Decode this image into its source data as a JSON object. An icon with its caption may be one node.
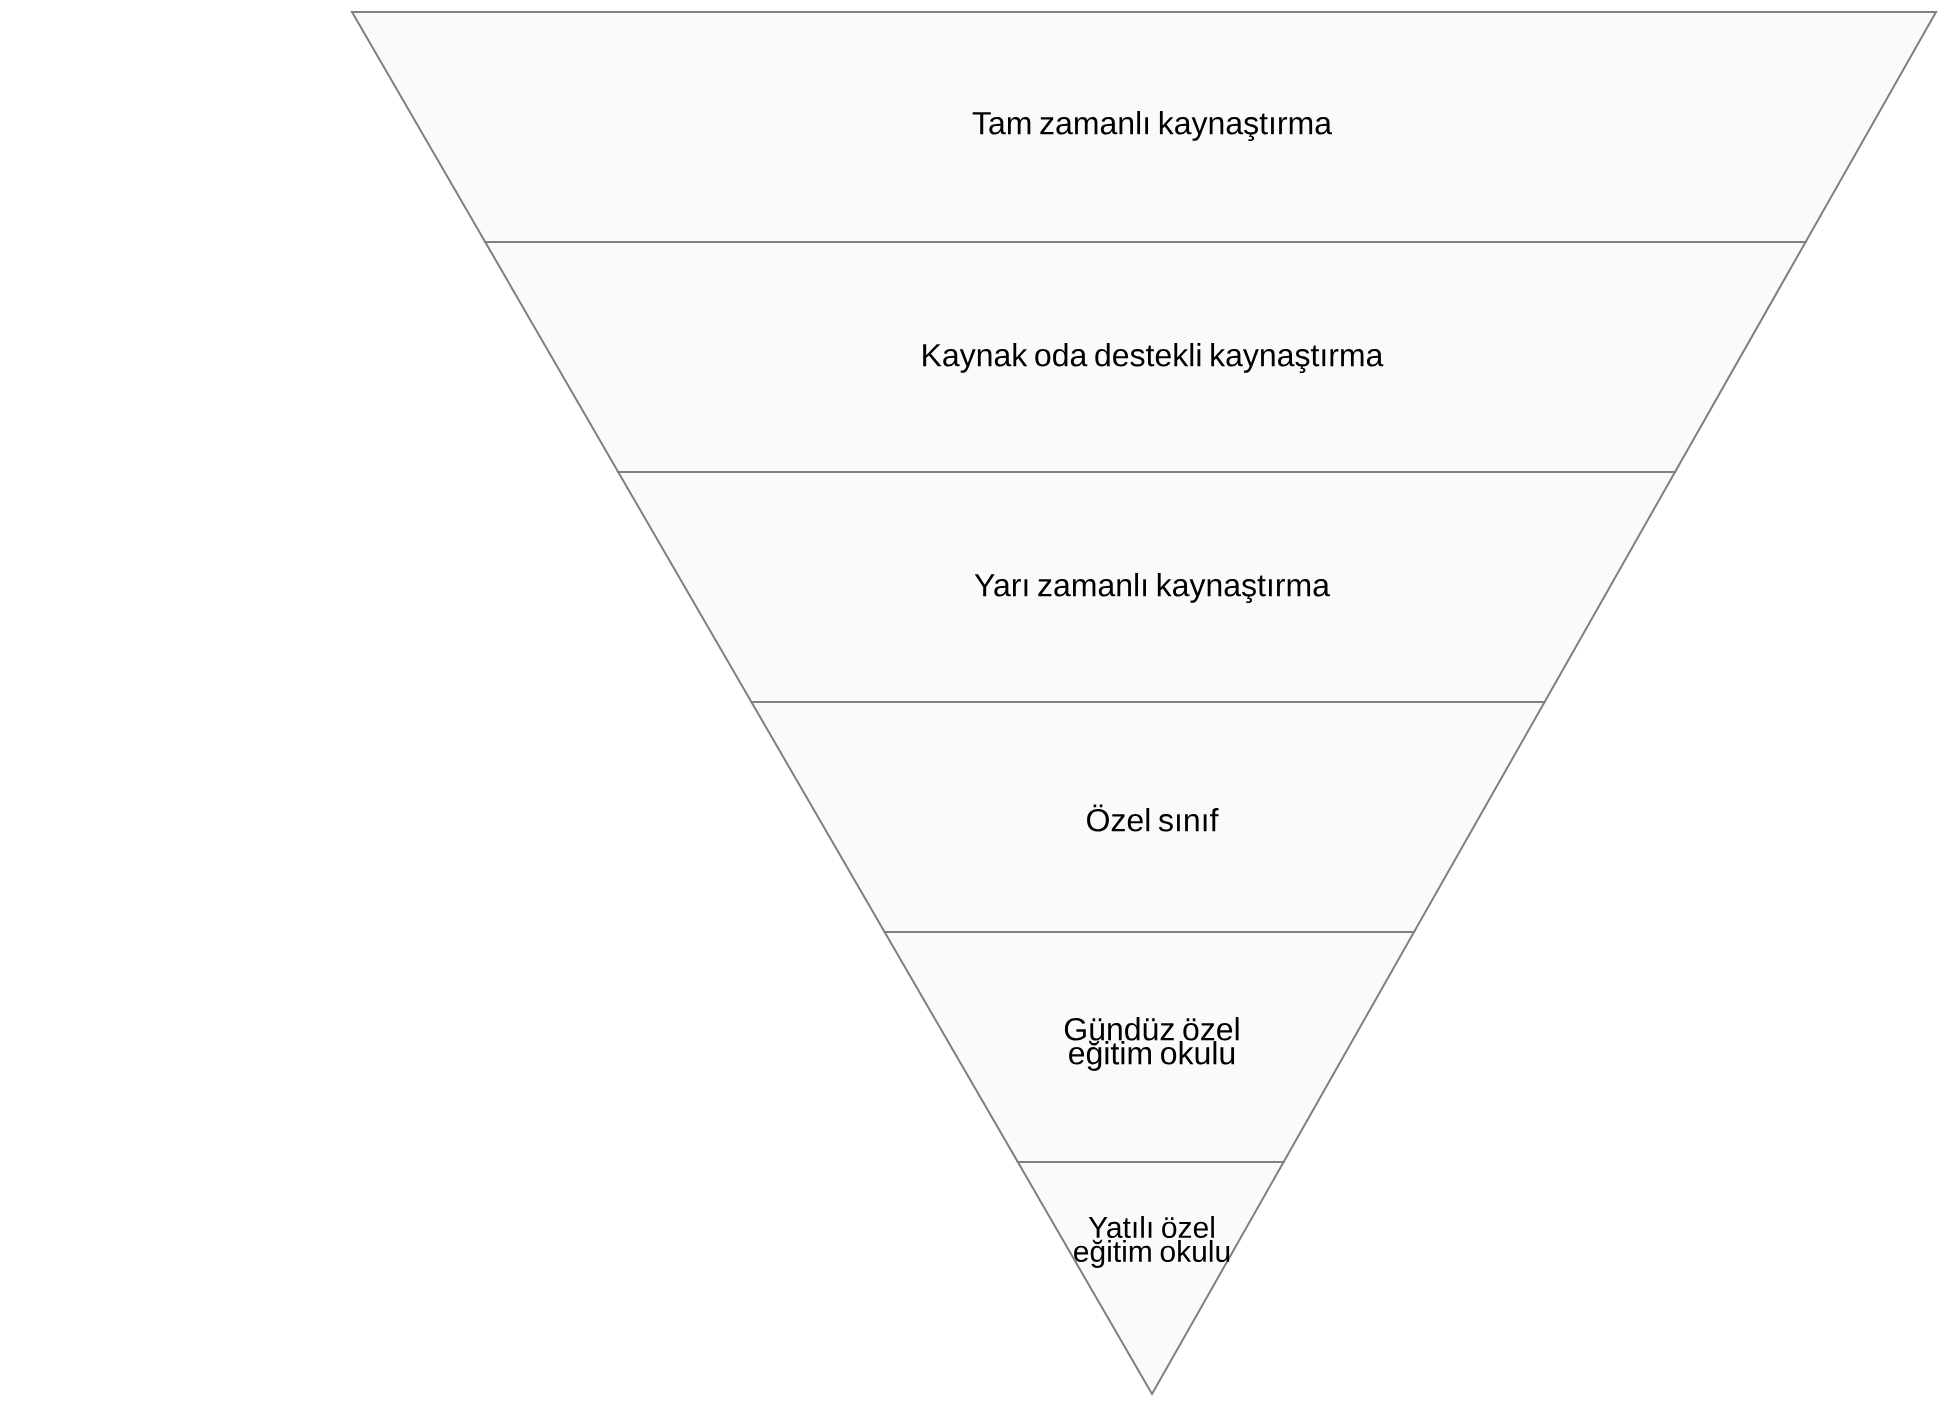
{
  "diagram": {
    "nodes": [
      {
        "text": [
          "Tam zamanlı kaynaştırma"
        ]
      },
      {
        "text": [
          "Kaynak oda destekli kaynaştırma"
        ]
      },
      {
        "text": [
          "Yarı zamanlı kaynaştırma"
        ]
      },
      {
        "text": [
          "Özel sınıf"
        ]
      },
      {
        "text": [
          "Gündüz özel eğitim okulu"
        ]
      },
      {
        "text": [
          "Yatılı özel eğitim okulu"
        ]
      }
    ]
  }
}
